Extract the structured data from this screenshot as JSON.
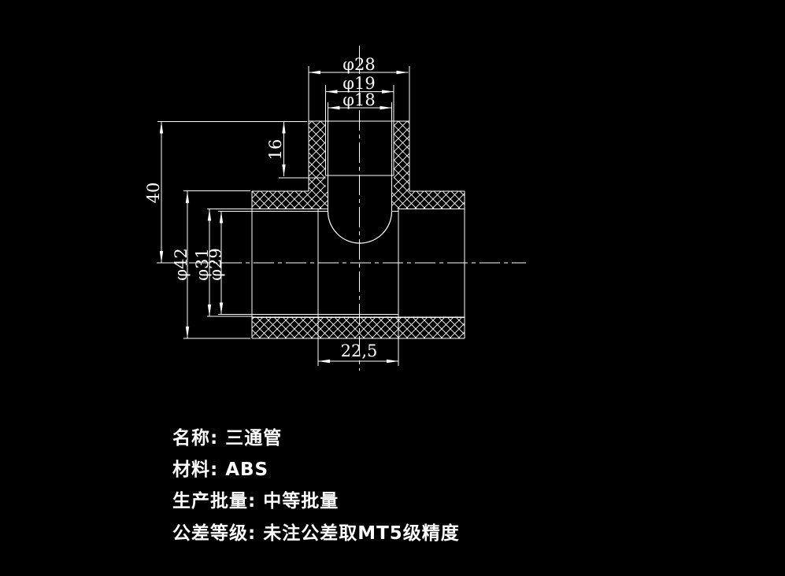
{
  "drawing": {
    "background_color": "#000000",
    "line_color": "#ffffff",
    "view": "full-section of tee pipe fitting"
  },
  "dims": {
    "d28": "φ28",
    "d19": "φ19",
    "d18": "φ18",
    "h40": "40",
    "h16": "16",
    "d42": "φ42",
    "d31": "φ31",
    "d29": "φ29",
    "w225": "22,5"
  },
  "notes": {
    "line1": "名称: 三通管",
    "line2": "材料: ABS",
    "line3": "生产批量: 中等批量",
    "line4": "公差等级: 未注公差取MT5级精度"
  }
}
